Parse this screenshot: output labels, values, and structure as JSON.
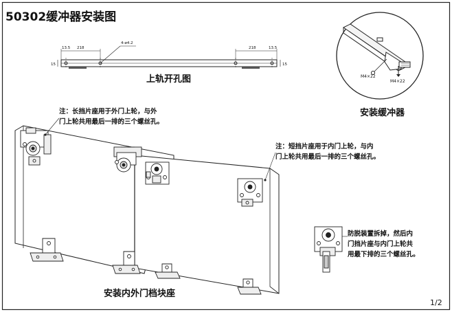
{
  "title": "50302缓冲器安装图",
  "rail_drawing": {
    "caption": "上轨开孔图",
    "dim_left_edge": "13.5",
    "dim_left_pitch": "218",
    "dim_right_pitch": "218",
    "dim_right_edge": "13.5",
    "dim_side": "15",
    "hole_spec": "4-ø4.2"
  },
  "buffer_detail": {
    "caption": "安装缓冲器",
    "screw_left": "M4×22",
    "screw_right": "M4×22"
  },
  "door_drawing": {
    "caption": "安装内外门档块座",
    "note_long_line1": "注：长挡片座用于外门上轮，与外",
    "note_long_line2": "门上轮共用最后一排的三个螺丝孔。",
    "note_short_line1": "注：短挡片座用于内门上轮，与内",
    "note_short_line2": "门上轮共用最后一排的三个螺丝孔。",
    "note_anti_line1": "防脱装置拆掉，然后内",
    "note_anti_line2": "门挡片座与内门上轮共",
    "note_anti_line3": "用最下排的三个螺丝孔。"
  },
  "page_number": "1/2"
}
